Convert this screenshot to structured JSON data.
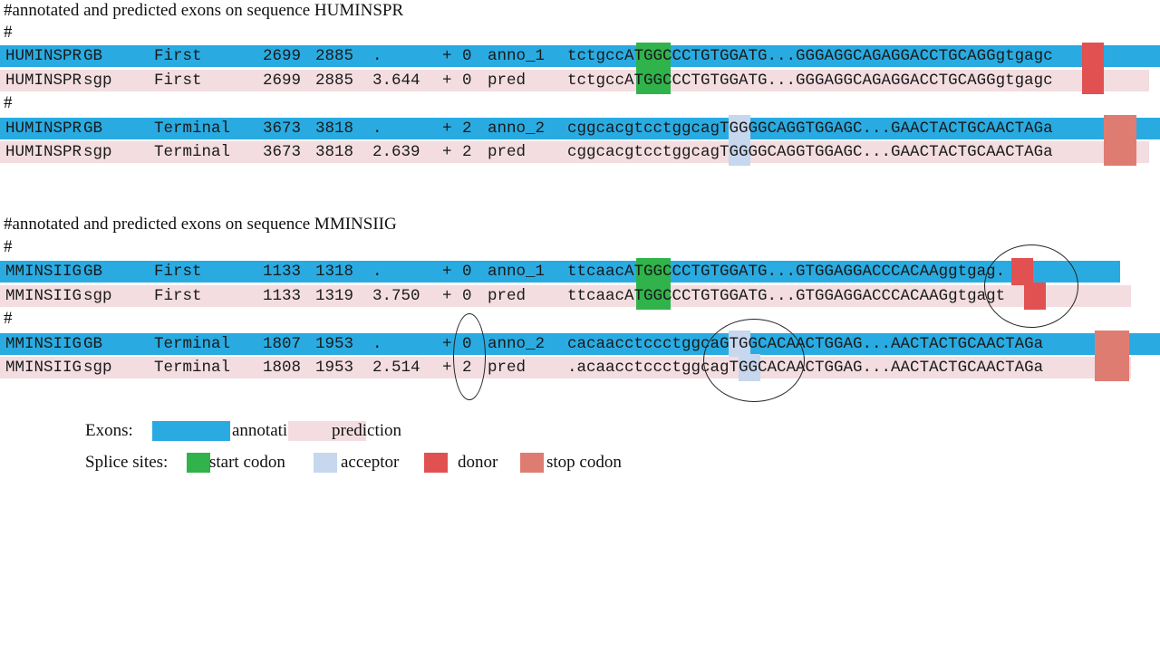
{
  "blocks": [
    {
      "title": "#annotated and predicted exons on sequence HUMINSPR",
      "groups": [
        {
          "rows": [
            {
              "kind": "anno",
              "name": "HUMINSPR",
              "source": "GB",
              "type": "First",
              "start": "2699",
              "end": "2885",
              "score": ".",
              "strand": "+",
              "frame": "0",
              "label": "anno_1",
              "seq": "tctgccATGGCCCTGTGGATG...GGGAGGCAGAGGACCTGCAGGgtgagc"
            },
            {
              "kind": "pred",
              "name": "HUMINSPR",
              "source": "sgp",
              "type": "First",
              "start": "2699",
              "end": "2885",
              "score": "3.644",
              "strand": "+",
              "frame": "0",
              "label": "pred",
              "seq": "tctgccATGGCCCTGTGGATG...GGGAGGCAGAGGACCTGCAGGgtgagc"
            }
          ]
        },
        {
          "rows": [
            {
              "kind": "anno",
              "name": "HUMINSPR",
              "source": "GB",
              "type": "Terminal",
              "start": "3673",
              "end": "3818",
              "score": ".",
              "strand": "+",
              "frame": "2",
              "label": "anno_2",
              "seq": "cggcacgtcctggcagTGGGGCAGGTGGAGC...GAACTACTGCAACTAGa"
            },
            {
              "kind": "pred",
              "name": "HUMINSPR",
              "source": "sgp",
              "type": "Terminal",
              "start": "3673",
              "end": "3818",
              "score": "2.639",
              "strand": "+",
              "frame": "2",
              "label": "pred",
              "seq": "cggcacgtcctggcagTGGGGCAGGTGGAGC...GAACTACTGCAACTAGa"
            }
          ]
        }
      ]
    },
    {
      "title": "#annotated and predicted exons on sequence MMINSIIG",
      "groups": [
        {
          "rows": [
            {
              "kind": "anno",
              "name": "MMINSIIG",
              "source": "GB",
              "type": "First",
              "start": "1133",
              "end": "1318",
              "score": ".",
              "strand": "+",
              "frame": "0",
              "label": "anno_1",
              "seq": "ttcaacATGGCCCTGTGGATG...GTGGAGGACCCACAAggtgag."
            },
            {
              "kind": "pred",
              "name": "MMINSIIG",
              "source": "sgp",
              "type": "First",
              "start": "1133",
              "end": "1319",
              "score": "3.750",
              "strand": "+",
              "frame": "0",
              "label": "pred",
              "seq": "ttcaacATGGCCCTGTGGATG...GTGGAGGACCCACAAGgtgagt"
            }
          ]
        },
        {
          "rows": [
            {
              "kind": "anno",
              "name": "MMINSIIG",
              "source": "GB",
              "type": "Terminal",
              "start": "1807",
              "end": "1953",
              "score": ".",
              "strand": "+",
              "frame": "0",
              "label": "anno_2",
              "seq": "cacaacctccctggcaGTGGCACAACTGGAG...AACTACTGCAACTAGa"
            },
            {
              "kind": "pred",
              "name": "MMINSIIG",
              "source": "sgp",
              "type": "Terminal",
              "start": "1808",
              "end": "1953",
              "score": "2.514",
              "strand": "+",
              "frame": "2",
              "label": "pred",
              "seq": ".acaacctccctggcagTGGCACAACTGGAG...AACTACTGCAACTAGa"
            }
          ]
        }
      ]
    }
  ],
  "separator": "#",
  "legend": {
    "exons_label": "Exons:",
    "annotation": "annotation",
    "prediction": "prediction",
    "splice_label": "Splice sites:",
    "start_codon": "start codon",
    "acceptor": "acceptor",
    "donor": "donor",
    "stop_codon": "stop codon"
  },
  "colors": {
    "annotation": "#29abe2",
    "prediction": "#f3dde0",
    "start_codon": "#2fb34a",
    "acceptor": "#c6d7ee",
    "donor": "#e15151",
    "stop_codon": "#df7c72"
  }
}
